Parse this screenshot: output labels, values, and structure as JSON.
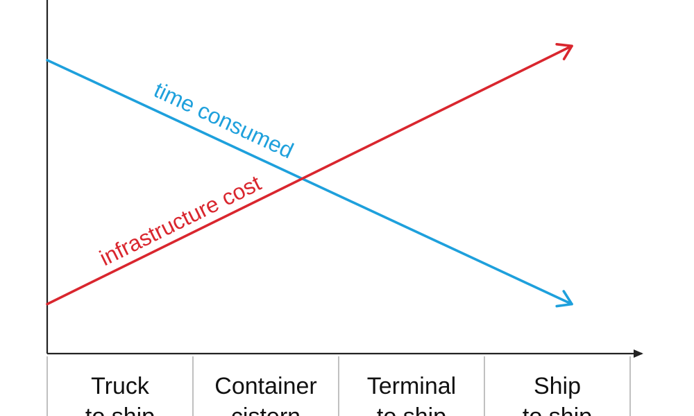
{
  "chart_data": {
    "type": "line",
    "title": "",
    "xlabel": "",
    "ylabel": "",
    "categories": [
      [
        "Truck",
        "to ship"
      ],
      [
        "Container",
        "cistern"
      ],
      [
        "Terminal",
        "to ship"
      ],
      [
        "Ship",
        "to ship"
      ]
    ],
    "series": [
      {
        "name": "time consumed",
        "color": "#1ea0dc",
        "points": [
          {
            "x": 0.0,
            "y": 0.83
          },
          {
            "x": 3.6,
            "y": 0.14
          }
        ]
      },
      {
        "name": "infrastructure cost",
        "color": "#d9262e",
        "points": [
          {
            "x": 0.0,
            "y": 0.14
          },
          {
            "x": 3.6,
            "y": 0.87
          }
        ]
      }
    ],
    "xlim": [
      0,
      4
    ],
    "ylim": [
      0,
      1
    ],
    "grid": false,
    "legend": "none",
    "axis_color": "#222222",
    "separator_color": "#b0b0b0"
  }
}
